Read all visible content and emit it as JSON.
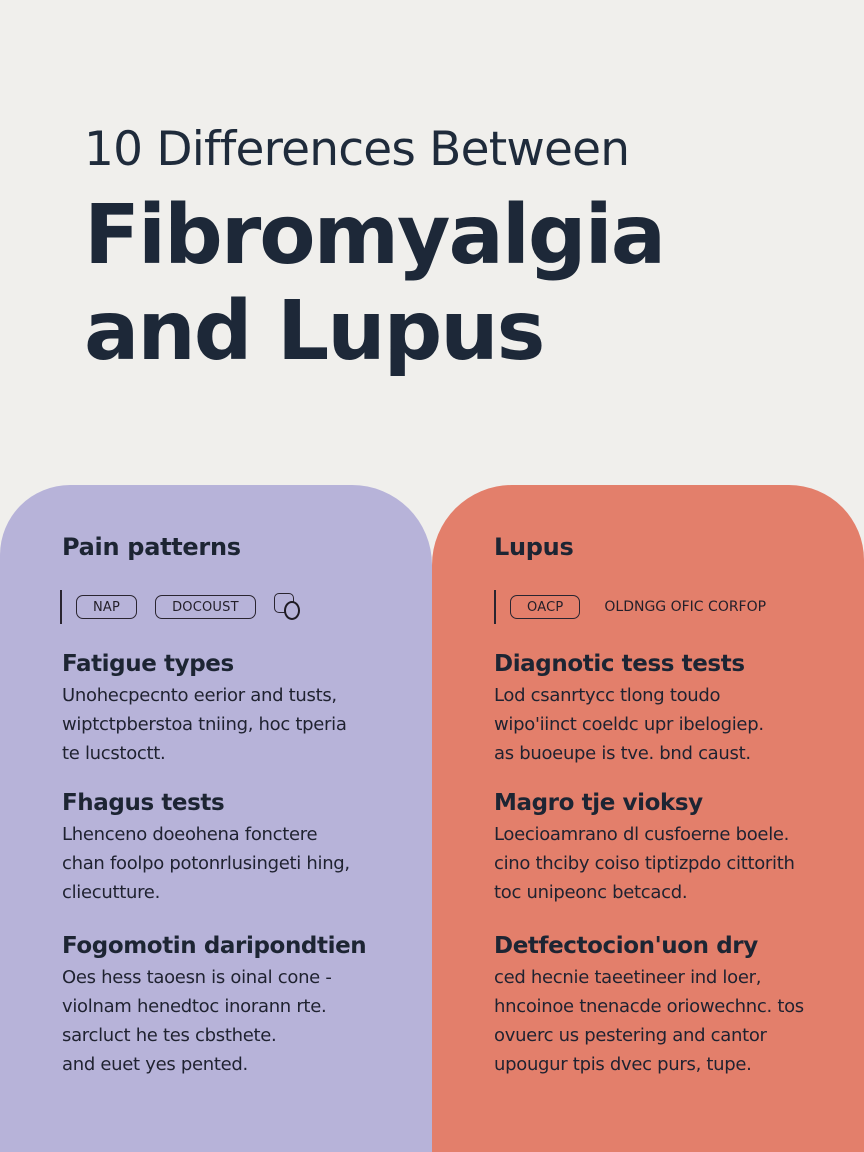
{
  "header": {
    "subtitle": "10 Differences Between",
    "title_line1": "Fibromyalgia",
    "title_line2": "and Lupus"
  },
  "colors": {
    "background": "#f0efec",
    "text_dark": "#1d2838",
    "left_panel": "#b7b3d9",
    "right_panel": "#e37f6b"
  },
  "left": {
    "heading": "Pain patterns",
    "tags": [
      "NAP",
      "DOCOUST"
    ],
    "tag_icon": "overlap-shapes-icon",
    "items": [
      {
        "heading": "Fatigue types",
        "lines": [
          "Unohecpecnto eerior and tusts,",
          "wiptctpberstoa tniing, hoc tperia",
          "te lucstoctt."
        ]
      },
      {
        "heading": "Fhagus tests",
        "lines": [
          "Lhenceno doeohena fonctere",
          "chan foolpo potonrlusingeti hing,",
          "cliecutture."
        ]
      },
      {
        "heading": "Fogomotin daripondtien",
        "lines": [
          "Oes hess taoesn is oinal cone -",
          "violnam henedtoc inorann rte.",
          "sarcluct he tes cbsthete.",
          "and euet yes pented."
        ]
      }
    ]
  },
  "right": {
    "heading": "Lupus",
    "tags": [
      "OACP"
    ],
    "tag_text": "OLDNGG OFIC CORFOP",
    "items": [
      {
        "heading": "Diagnotic tess tests",
        "lines": [
          "Lod csanrtycc tlong toudo",
          "wipo'iinct coeldc upr ibelogiep.",
          "as buoeupe is tve. bnd caust."
        ]
      },
      {
        "heading": "Magro tje vioksy",
        "lines": [
          "Loecioamrano dl cusfoerne boele.",
          "cino thciby coiso tiptizpdo cittorith",
          "toc unipeonc betcacd."
        ]
      },
      {
        "heading": "Detfectocion'uon dry",
        "lines": [
          "ced hecnie taeetineer ind loer,",
          "hncoinoe tnenacde oriowechnc. tos",
          "ovuerc us pestering and cantor",
          "upougur tpis dvec purs, tupe."
        ]
      }
    ]
  }
}
